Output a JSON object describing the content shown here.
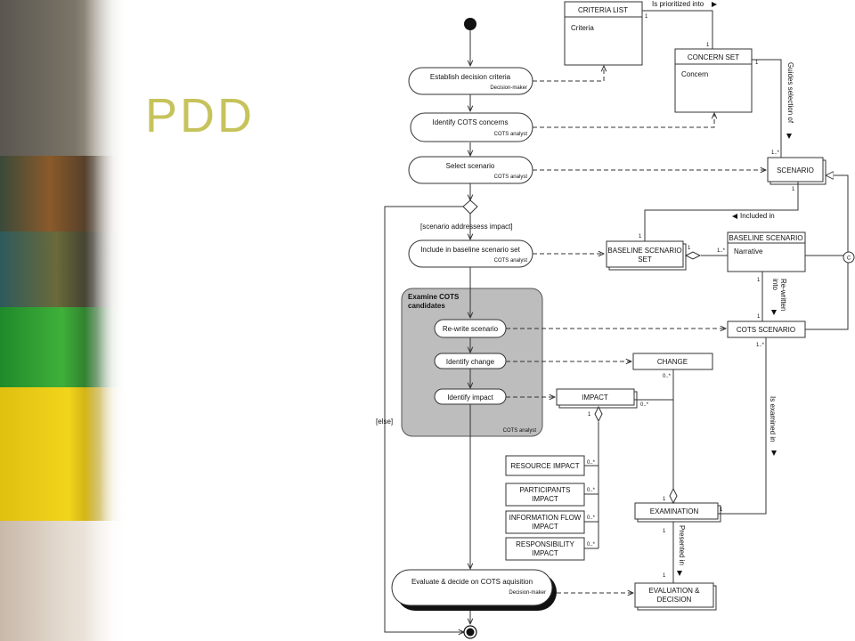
{
  "slide": {
    "title": "PDD"
  },
  "colors": {
    "title": "#c6c35c",
    "panel": "#bdbdbd",
    "line": "#333333"
  },
  "activities": {
    "establish": {
      "label": "Establish decision criteria",
      "role": "Decision-maker"
    },
    "identify_concerns": {
      "label": "Identify COTS concerns",
      "role": "COTS analyst"
    },
    "select": {
      "label": "Select scenario",
      "role": "COTS analyst"
    },
    "include": {
      "label": "Include in baseline scenario set",
      "role": "COTS analyst"
    },
    "examine_panel": {
      "label_line1": "Examine COTS",
      "label_line2": "candidates",
      "role": "COTS analyst"
    },
    "rewrite": {
      "label": "Re-write scenario"
    },
    "identify_change": {
      "label": "Identify change"
    },
    "identify_impact": {
      "label": "Identify impact"
    },
    "evaluate": {
      "label": "Evaluate & decide on COTS aquisition",
      "role": "Decision-maker"
    }
  },
  "guards": {
    "impact": "[scenario addressess impact]",
    "else": "[else]"
  },
  "concepts": {
    "criteria_list": {
      "name": "CRITERIA LIST",
      "attr": "Criteria"
    },
    "concern_set": {
      "name": "CONCERN SET",
      "attr": "Concern"
    },
    "scenario": {
      "name": "SCENARIO"
    },
    "baseline_set": {
      "name_line1": "BASELINE SCENARIO",
      "name_line2": "SET"
    },
    "baseline_scenario": {
      "name": "BASELINE SCENARIO",
      "attr": "Narrative"
    },
    "cots_scenario": {
      "name": "COTS SCENARIO"
    },
    "change": {
      "name": "CHANGE"
    },
    "impact": {
      "name": "IMPACT"
    },
    "resource_impact": {
      "name": "RESOURCE IMPACT"
    },
    "participants_impact": {
      "name_line1": "PARTICIPANTS",
      "name_line2": "IMPACT"
    },
    "information_flow_impact": {
      "name_line1": "INFORMATION FLOW",
      "name_line2": "IMPACT"
    },
    "responsibility_impact": {
      "name_line1": "RESPONSIBILITY",
      "name_line2": "IMPACT"
    },
    "examination": {
      "name": "EXAMINATION"
    },
    "evaluation": {
      "name_line1": "EVALUATION &",
      "name_line2": "DECISION"
    }
  },
  "associations": {
    "prioritized": "Is prioritized into",
    "guides_line1": "Guides selection of",
    "included_in": "Included in",
    "rewritten_line1": "Re-written",
    "rewritten_line2": "into",
    "examined_in": "Is examined in",
    "presented_in": "Presented in",
    "constraint": "C"
  },
  "multiplicities": {
    "one": "1",
    "one_many": "1..*",
    "zero_many": "0..*"
  }
}
